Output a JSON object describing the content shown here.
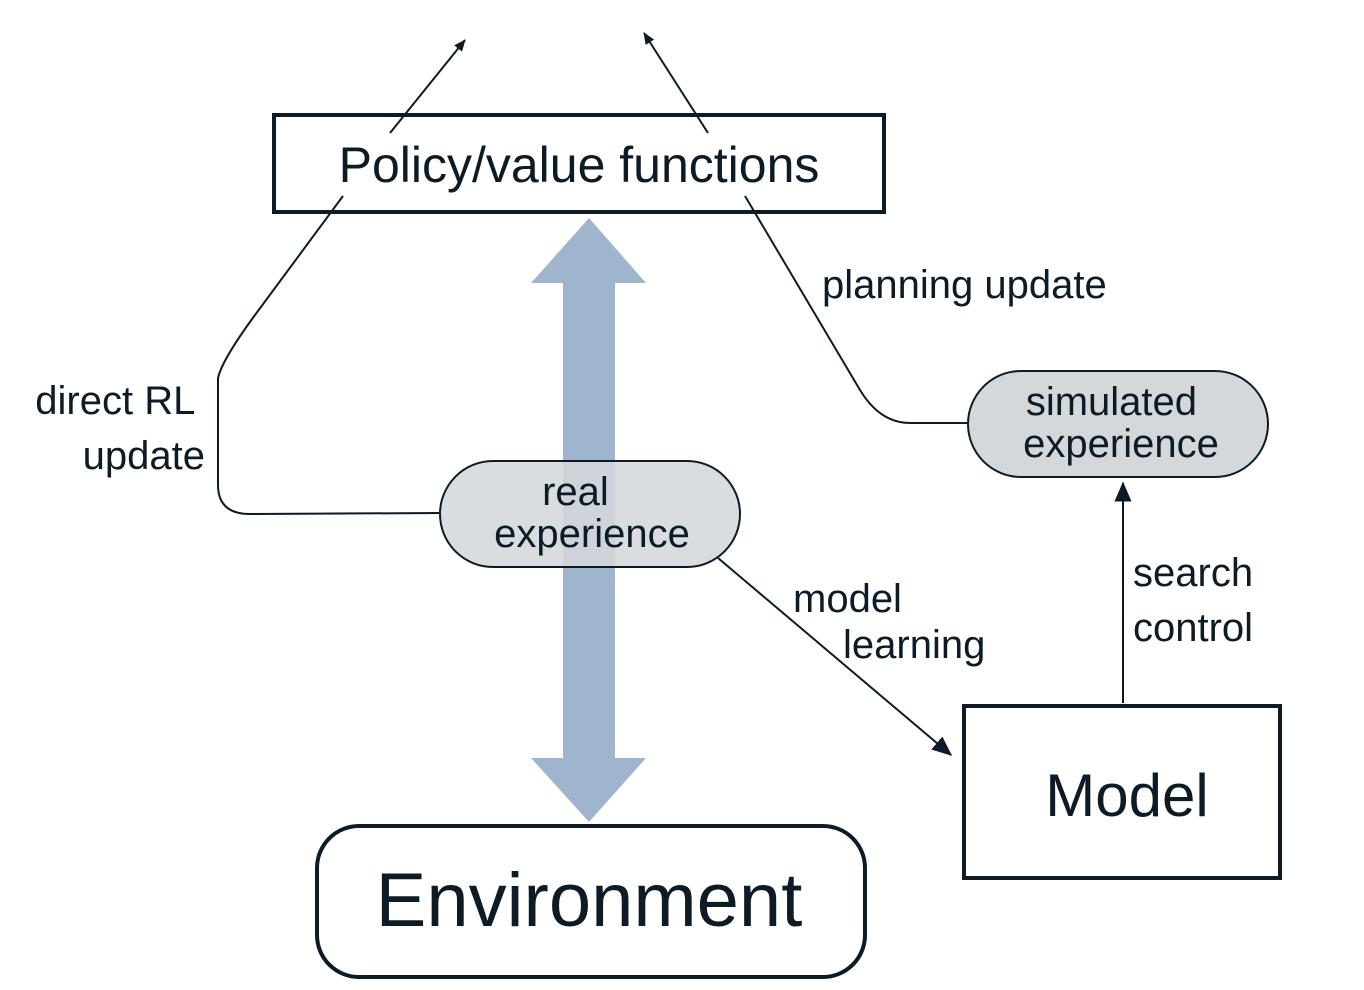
{
  "nodes": {
    "policy": "Policy/value functions",
    "environment": "Environment",
    "model": "Model",
    "real_experience": [
      "real",
      "experience"
    ],
    "simulated_experience": [
      "simulated",
      "experience"
    ]
  },
  "edge_labels": {
    "direct_rl": [
      "direct RL",
      "update"
    ],
    "planning": "planning update",
    "model_learning": [
      "model",
      "learning"
    ],
    "search_control": [
      "search",
      "control"
    ]
  },
  "colors": {
    "ink": "#0d1b26",
    "pill_fill": "#d5d8db",
    "big_arrow": "#9fb5cd"
  }
}
